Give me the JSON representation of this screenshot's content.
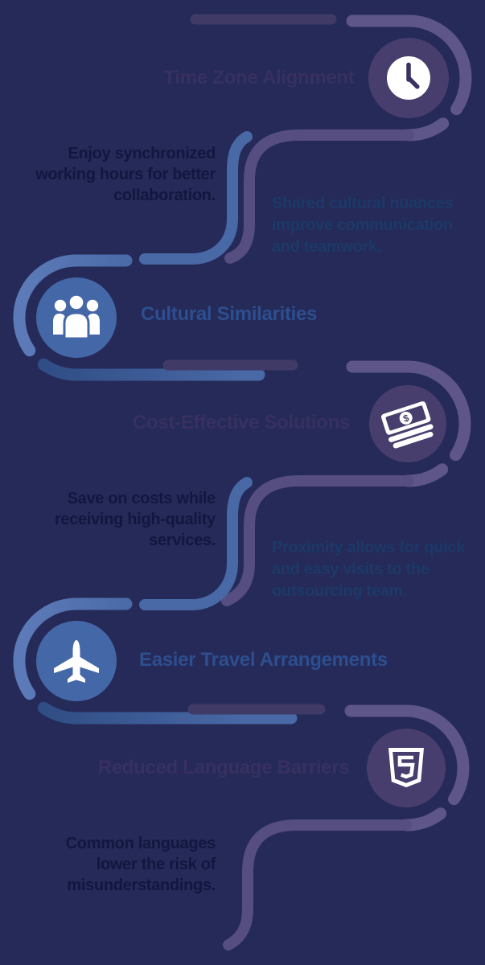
{
  "theme": {
    "bg": "#252a58",
    "path_blue": "#4868a6",
    "path_blue_light": "#5d7ab8",
    "path_blue_dark": "#2e4b82",
    "path_purple": "#564d80",
    "path_purple_light": "#5e5589",
    "path_purple_dark": "#403a67",
    "node_blue": "#4467a7",
    "node_purple": "#473e6e",
    "icon_white": "#ffffff",
    "title_purple": "#373060",
    "title_blue": "#2d4e8f",
    "text_dark": "#121740",
    "text_blue": "#1c3968"
  },
  "sections": [
    {
      "title": "Time Zone Alignment",
      "icon": "clock-icon",
      "side": "right",
      "description": "Enjoy synchronized working hours for better collaboration.",
      "description_lines": [
        "Enjoy synchronized",
        "working hours for better",
        "collaboration."
      ]
    },
    {
      "title": "Cultural Similarities",
      "icon": "people-icon",
      "side": "left",
      "description": "Shared cultural nuances improve communication and teamwork.",
      "description_lines": [
        "Shared cultural nuances",
        "improve communication",
        "and teamwork."
      ]
    },
    {
      "title": "Cost-Effective Solutions",
      "icon": "money-icon",
      "side": "right",
      "description": "Save on costs while receiving high-quality services.",
      "description_lines": [
        "Save on costs while",
        "receiving high-quality",
        "services."
      ]
    },
    {
      "title": "Easier Travel Arrangements",
      "icon": "plane-icon",
      "side": "left",
      "description": "Proximity allows for quick and easy visits to the outsourcing team.",
      "description_lines": [
        "Proximity allows for quick",
        "and easy visits to the",
        "outsourcing team."
      ]
    },
    {
      "title": "Reduced Language Barriers",
      "icon": "html5-shield-icon",
      "side": "right",
      "description": "Common languages lower the risk of misunderstandings.",
      "description_lines": [
        "Common languages",
        "lower the risk of",
        "misunderstandings."
      ]
    }
  ],
  "icons": {
    "money_symbol": "$",
    "shield_digit": "5"
  }
}
